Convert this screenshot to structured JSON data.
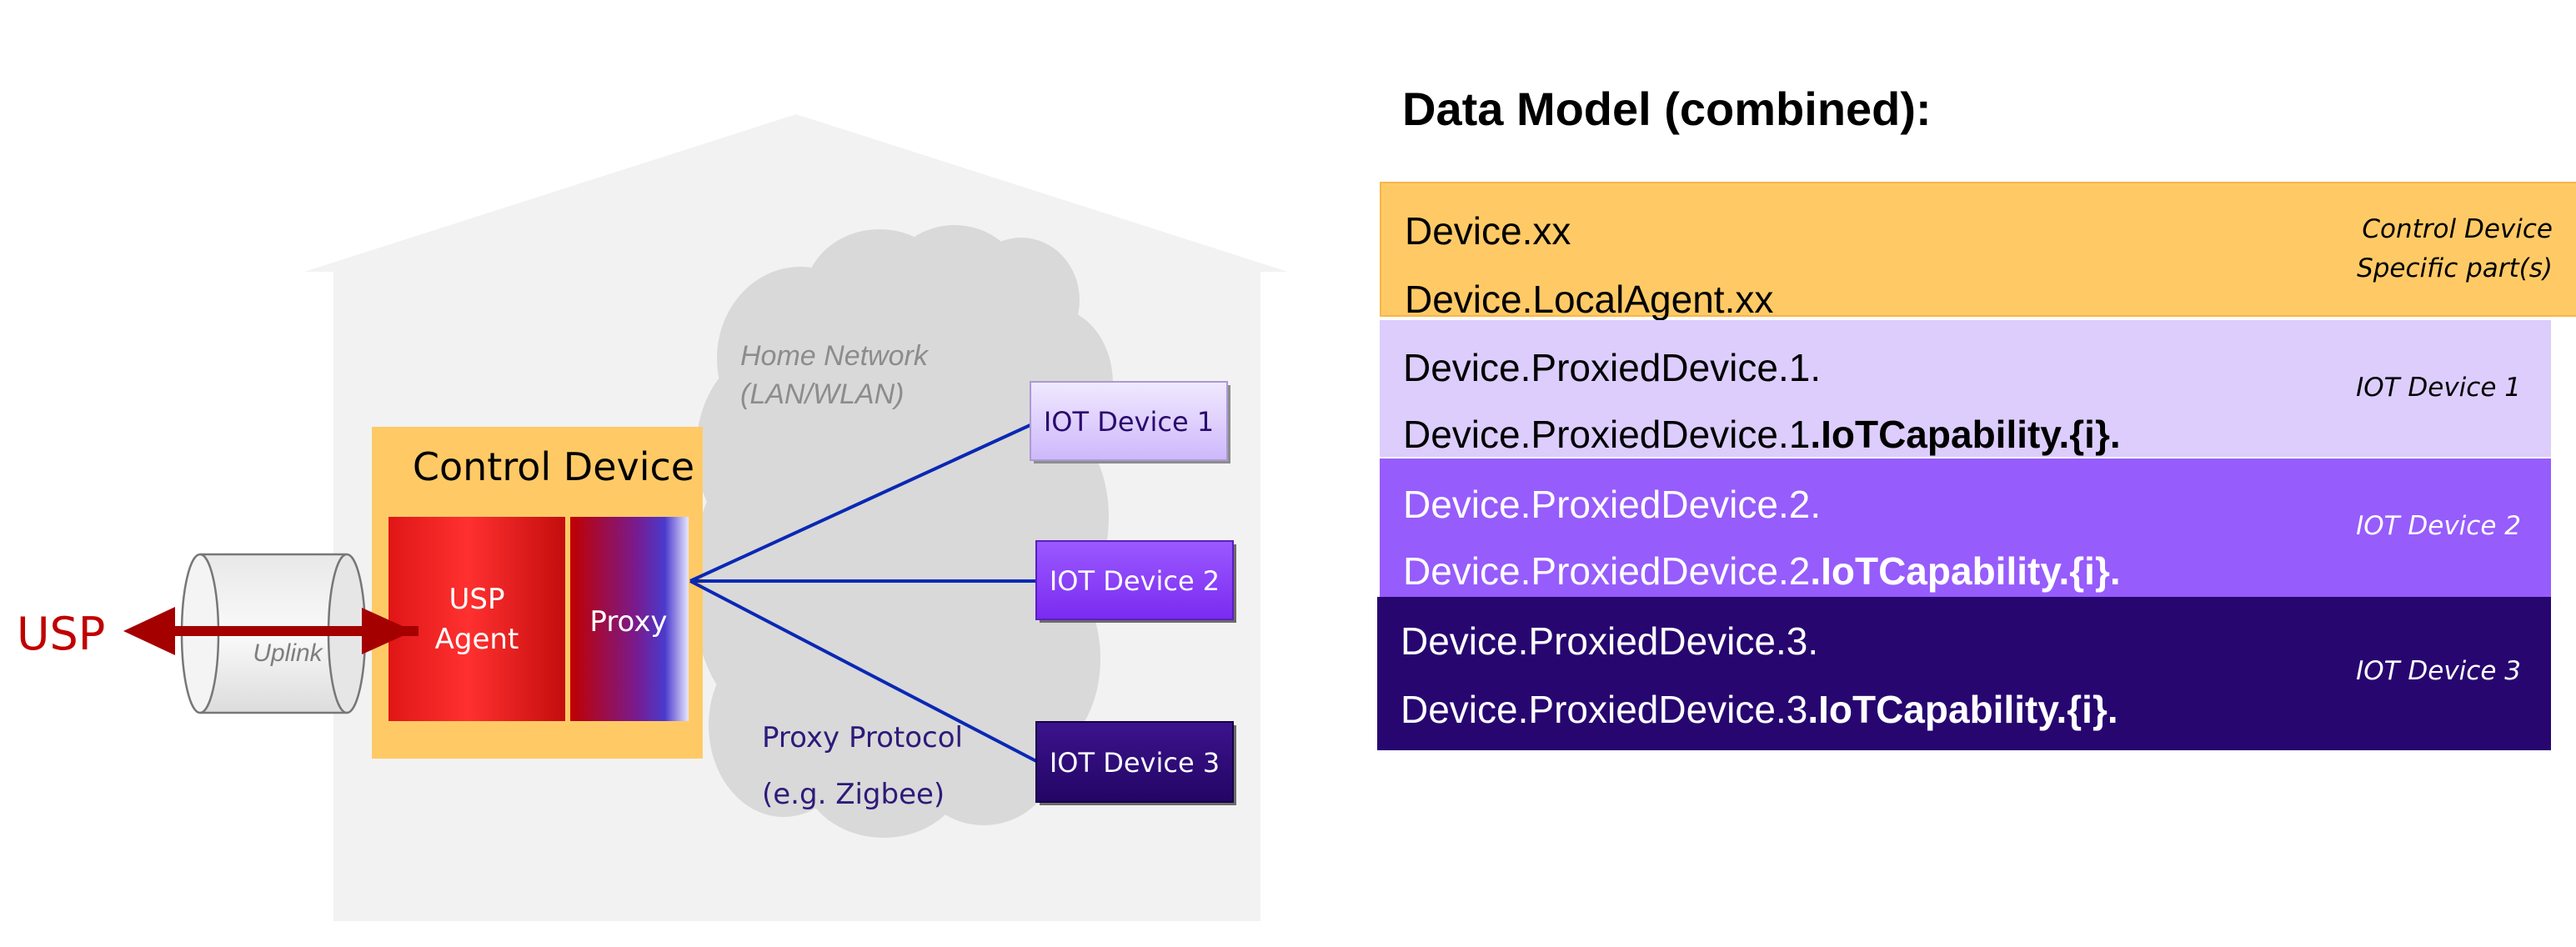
{
  "diagram": {
    "house": {
      "network_label_line1": "Home Network",
      "network_label_line2": "(LAN/WLAN)"
    },
    "usp_label": "USP",
    "uplink_label": "Uplink",
    "control_device": {
      "title": "Control Device",
      "usp_agent_line1": "USP",
      "usp_agent_line2": "Agent",
      "proxy_label": "Proxy"
    },
    "proxy_protocol_line1": "Proxy Protocol",
    "proxy_protocol_line2": "(e.g. Zigbee)",
    "iot_devices": [
      {
        "label": "IOT Device 1"
      },
      {
        "label": "IOT Device 2"
      },
      {
        "label": "IOT Device 3"
      }
    ]
  },
  "data_model": {
    "title": "Data Model (combined):",
    "bands": [
      {
        "line1": "Device.xx",
        "line2_prefix": "Device.LocalAgent.xx",
        "line2_bold": "",
        "tag_line1": "Control Device",
        "tag_line2": "Specific part(s)"
      },
      {
        "line1": "Device.ProxiedDevice.1.",
        "line2_prefix": "Device.ProxiedDevice.1",
        "line2_bold": ".IoTCapability.{i}.",
        "tag_line1": "IOT Device 1",
        "tag_line2": ""
      },
      {
        "line1": "Device.ProxiedDevice.2.",
        "line2_prefix": "Device.ProxiedDevice.2",
        "line2_bold": ".IoTCapability.{i}.",
        "tag_line1": "IOT Device 2",
        "tag_line2": ""
      },
      {
        "line1": "Device.ProxiedDevice.3.",
        "line2_prefix": "Device.ProxiedDevice.3",
        "line2_bold": ".IoTCapability.{i}.",
        "tag_line1": "IOT Device 3",
        "tag_line2": ""
      }
    ]
  },
  "colors": {
    "house": "#f2f2f2",
    "cloud": "#d9d9d9",
    "control_device_bg": "#ffca66",
    "usp_red": "#c00000",
    "agent_red": "#ff2a2a",
    "link_blue": "#0a28b4",
    "iot1_bg": "#ded0ff",
    "iot2_bg": "#8a3ffc",
    "iot3_bg": "#2e0a78",
    "band_control": "#ffca66",
    "band_iot1": "#dccdfd",
    "band_iot2": "#975cfc",
    "band_iot3": "#270670"
  },
  "icons": {
    "uplink": "cylinder-icon",
    "usp_arrow": "double-arrow-icon"
  }
}
